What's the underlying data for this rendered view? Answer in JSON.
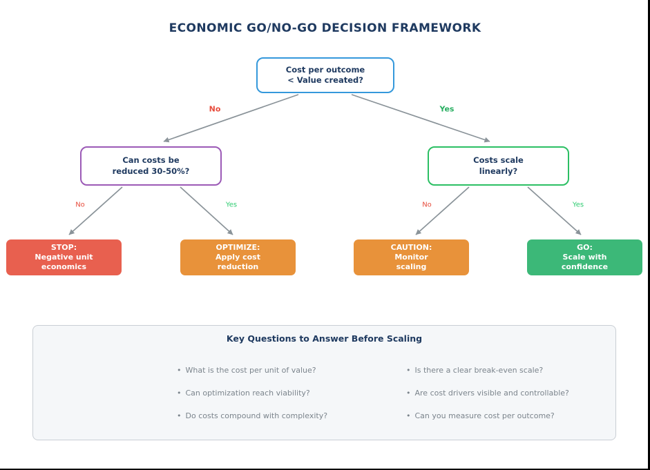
{
  "title": "ECONOMIC GO/NO-GO DECISION FRAMEWORK",
  "nodes": {
    "root": "Cost per outcome\n< Value created?",
    "reduce": "Can costs be\nreduced 30-50%?",
    "scale": "Costs scale\nlinearly?",
    "stop": "STOP:\nNegative unit\neconomics",
    "optimize": "OPTIMIZE:\nApply cost\nreduction",
    "caution": "CAUTION:\nMonitor\nscaling",
    "go": "GO:\nScale with\nconfidence"
  },
  "edge_labels": {
    "root_no": "No",
    "root_yes": "Yes",
    "reduce_no": "No",
    "reduce_yes": "Yes",
    "scale_no": "No",
    "scale_yes": "Yes"
  },
  "panel": {
    "title": "Key Questions to Answer Before Scaling",
    "left_questions": [
      "What is the cost per unit of value?",
      "Can optimization reach viability?",
      "Do costs compound with complexity?"
    ],
    "right_questions": [
      "Is there a clear break-even scale?",
      "Are cost drivers visible and controllable?",
      "Can you measure cost per outcome?"
    ]
  },
  "colors": {
    "title_text": "#1f3a60",
    "root_border": "#3498db",
    "reduce_border": "#9b59b6",
    "scale_border": "#2bbf63",
    "stop_fill": "#e8604f",
    "optimize_fill": "#e8923a",
    "caution_fill": "#e8923a",
    "go_fill": "#3cb878",
    "no_label": "#e74c3c",
    "yes_label": "#27ae60",
    "arrow": "#8a9399",
    "question_text": "#7b848c",
    "panel_bg": "#f5f7f9"
  }
}
